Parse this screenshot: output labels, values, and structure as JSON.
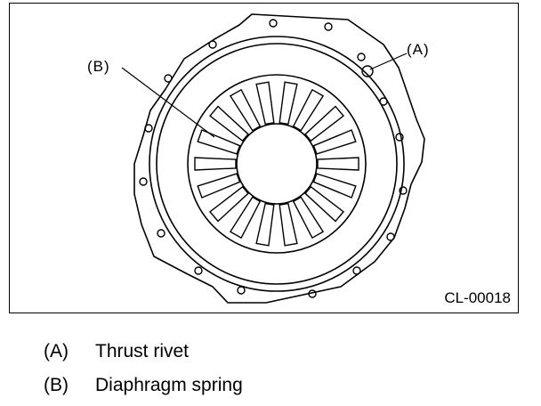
{
  "figure": {
    "figure_id": "CL-00018",
    "callouts": [
      {
        "key": "(A)",
        "target": "thrust-rivet"
      },
      {
        "key": "(B)",
        "target": "diaphragm-spring"
      }
    ]
  },
  "legend": [
    {
      "key": "(A)",
      "label": "Thrust rivet"
    },
    {
      "key": "(B)",
      "label": "Diaphragm spring"
    }
  ],
  "diagram": {
    "subject": "clutch cover assembly",
    "spring_fingers": 18,
    "line_color": "#000000",
    "background": "#ffffff"
  }
}
